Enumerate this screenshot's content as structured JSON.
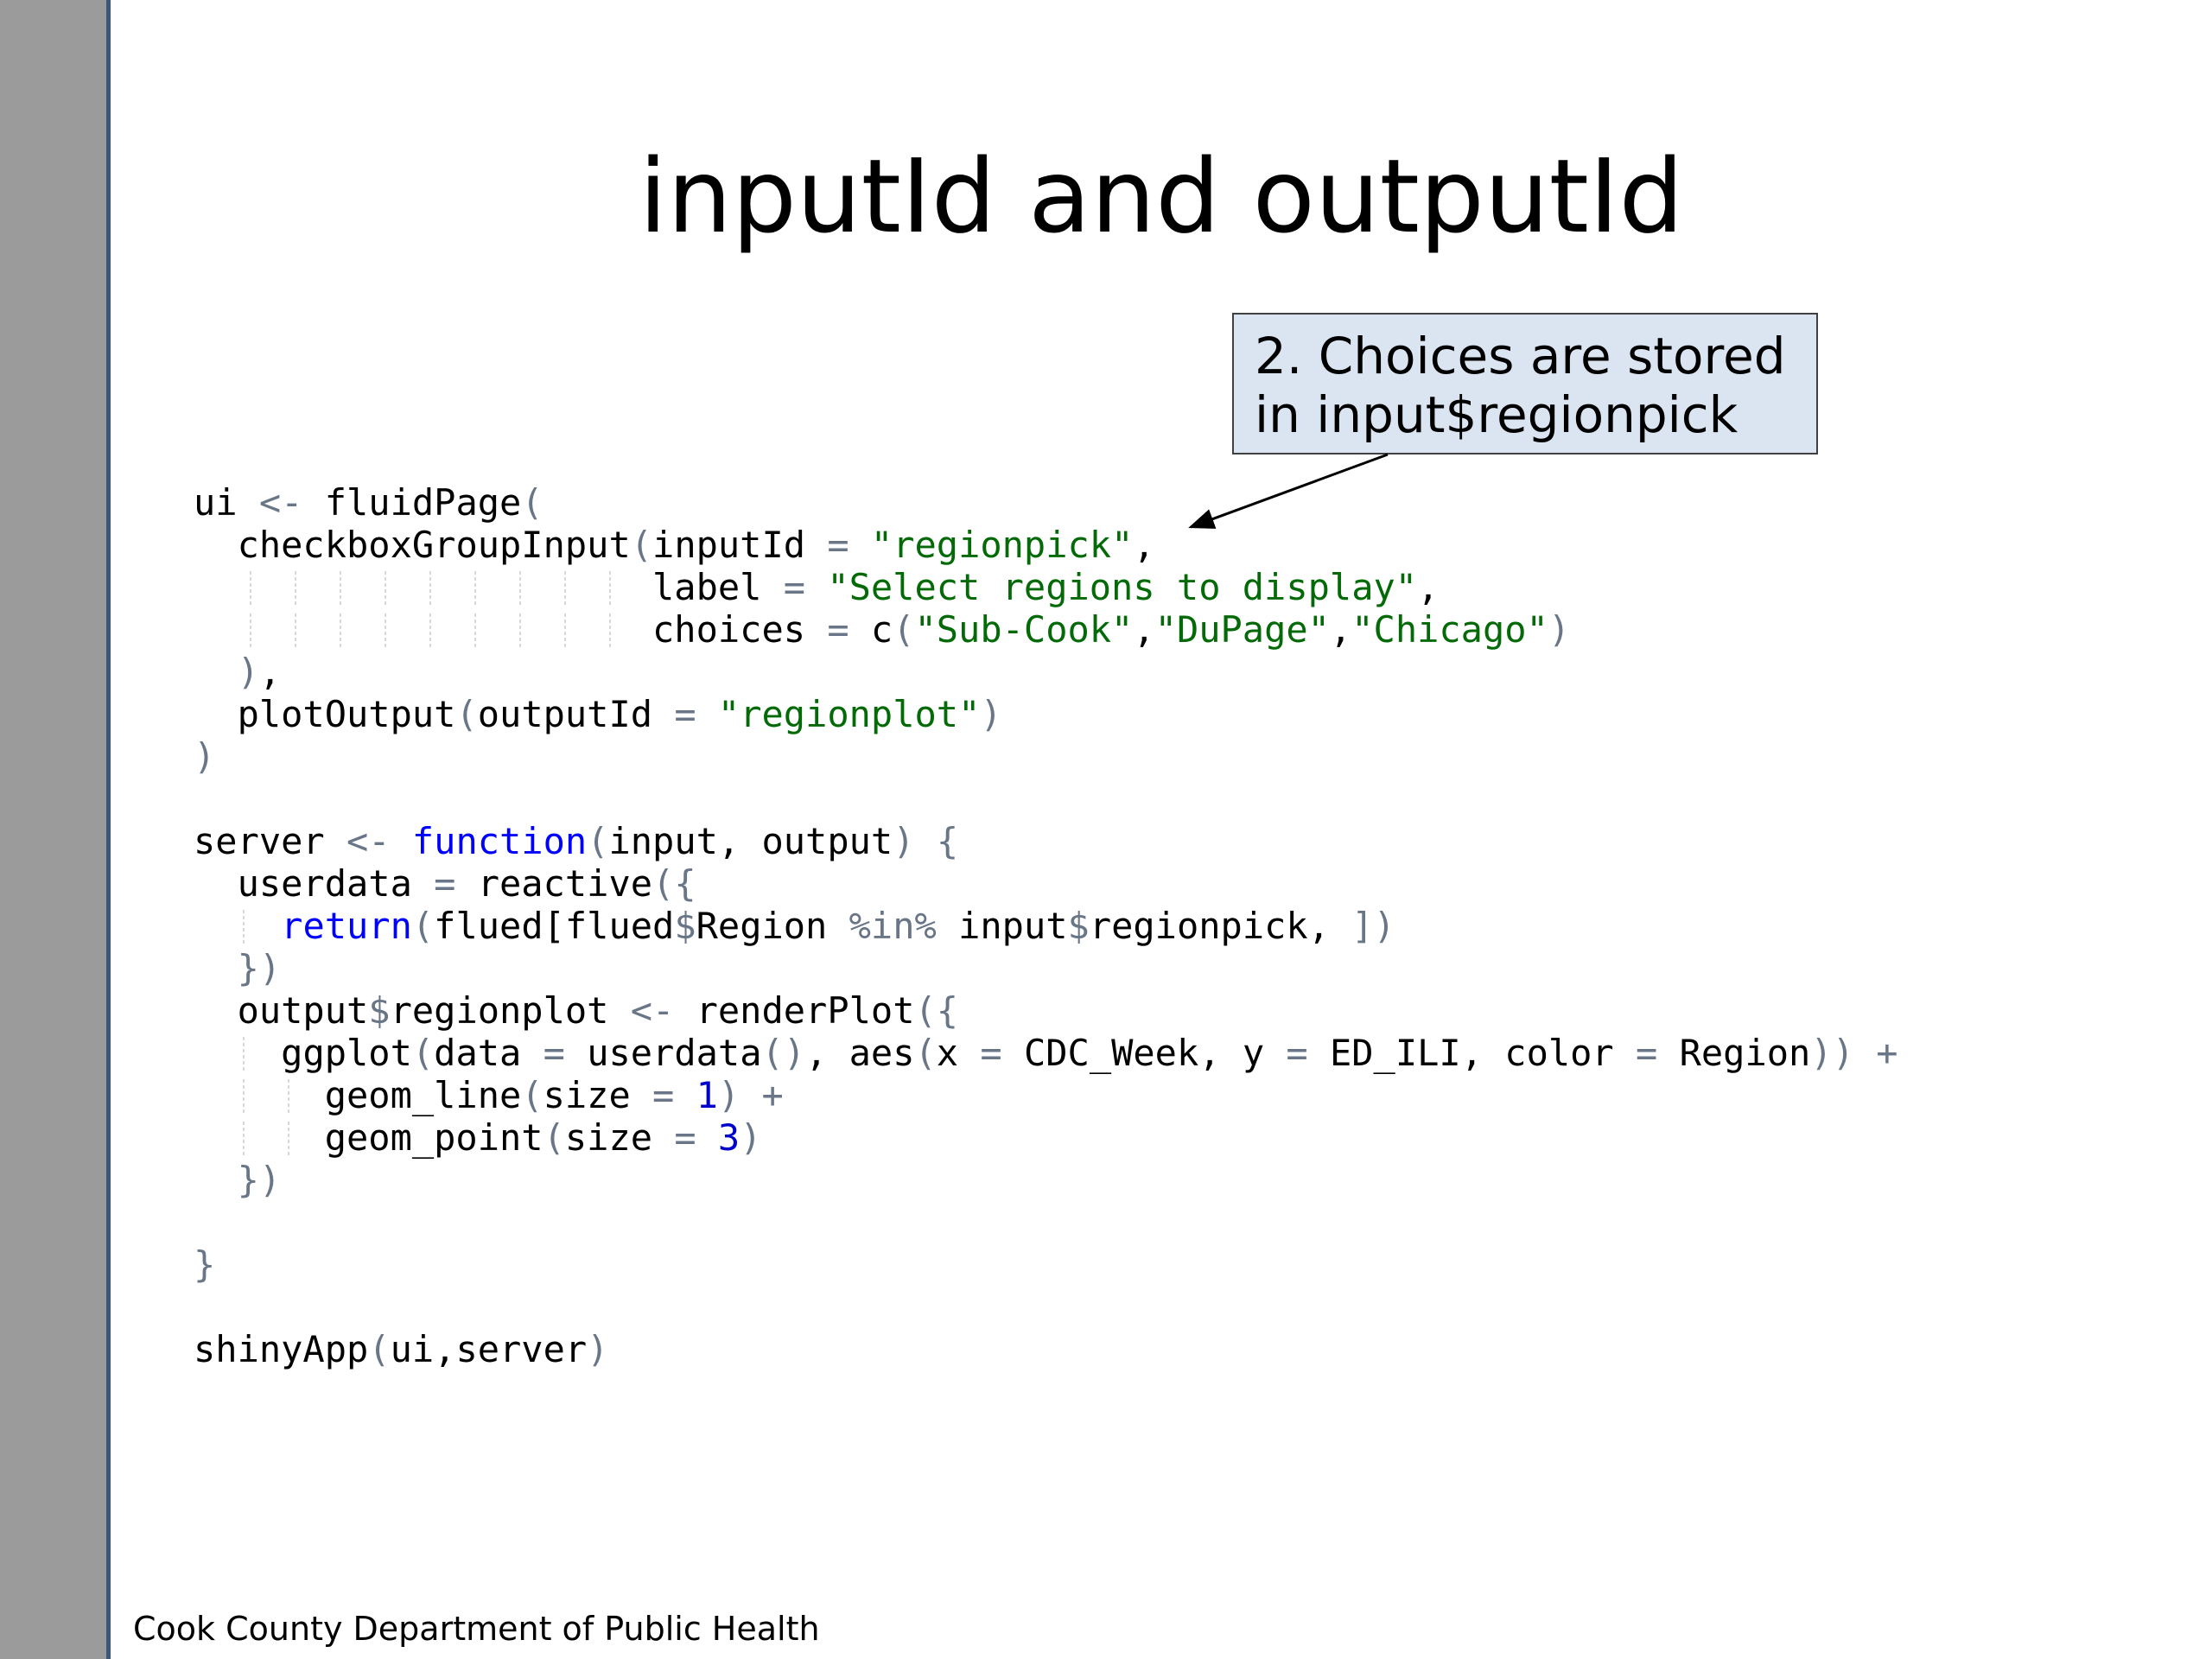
{
  "slide": {
    "title": "inputId and outputId",
    "callout": {
      "line1": "2. Choices are stored",
      "line2": "in input$regionpick"
    },
    "footer": "Cook County Department of Public Health"
  },
  "code_lines": [
    {
      "indent": 0,
      "guides": [],
      "tokens": [
        {
          "t": "ui ",
          "c": "default"
        },
        {
          "t": "<-",
          "c": "op"
        },
        {
          "t": " fluidPage",
          "c": "default"
        },
        {
          "t": "(",
          "c": "op"
        }
      ]
    },
    {
      "indent": 1,
      "guides": [],
      "tokens": [
        {
          "t": "checkboxGroupInput",
          "c": "default"
        },
        {
          "t": "(",
          "c": "op"
        },
        {
          "t": "inputId ",
          "c": "default"
        },
        {
          "t": "=",
          "c": "op"
        },
        {
          "t": " ",
          "c": "default"
        },
        {
          "t": "\"regionpick\"",
          "c": "str"
        },
        {
          "t": ",",
          "c": "default"
        }
      ]
    },
    {
      "indent": 0,
      "guides": [
        1,
        2,
        3,
        4,
        5,
        6,
        7,
        8,
        9
      ],
      "pad": 21,
      "tokens": [
        {
          "t": "label ",
          "c": "default"
        },
        {
          "t": "=",
          "c": "op"
        },
        {
          "t": " ",
          "c": "default"
        },
        {
          "t": "\"Select regions to display\"",
          "c": "str"
        },
        {
          "t": ",",
          "c": "default"
        }
      ]
    },
    {
      "indent": 0,
      "guides": [
        1,
        2,
        3,
        4,
        5,
        6,
        7,
        8,
        9
      ],
      "pad": 21,
      "tokens": [
        {
          "t": "choices ",
          "c": "default"
        },
        {
          "t": "=",
          "c": "op"
        },
        {
          "t": " c",
          "c": "default"
        },
        {
          "t": "(",
          "c": "op"
        },
        {
          "t": "\"Sub-Cook\"",
          "c": "str"
        },
        {
          "t": ",",
          "c": "default"
        },
        {
          "t": "\"DuPage\"",
          "c": "str"
        },
        {
          "t": ",",
          "c": "default"
        },
        {
          "t": "\"Chicago\"",
          "c": "str"
        },
        {
          "t": ")",
          "c": "op"
        }
      ]
    },
    {
      "indent": 1,
      "guides": [],
      "tokens": [
        {
          "t": ")",
          "c": "op"
        },
        {
          "t": ",",
          "c": "default"
        }
      ]
    },
    {
      "indent": 1,
      "guides": [],
      "tokens": [
        {
          "t": "plotOutput",
          "c": "default"
        },
        {
          "t": "(",
          "c": "op"
        },
        {
          "t": "outputId ",
          "c": "default"
        },
        {
          "t": "=",
          "c": "op"
        },
        {
          "t": " ",
          "c": "default"
        },
        {
          "t": "\"regionplot\"",
          "c": "str"
        },
        {
          "t": ")",
          "c": "op"
        }
      ]
    },
    {
      "indent": 0,
      "guides": [],
      "tokens": [
        {
          "t": ")",
          "c": "op"
        }
      ]
    },
    {
      "indent": 0,
      "guides": [],
      "tokens": []
    },
    {
      "indent": 0,
      "guides": [],
      "tokens": [
        {
          "t": "server ",
          "c": "default"
        },
        {
          "t": "<-",
          "c": "op"
        },
        {
          "t": " ",
          "c": "default"
        },
        {
          "t": "function",
          "c": "kw"
        },
        {
          "t": "(",
          "c": "op"
        },
        {
          "t": "input, output",
          "c": "default"
        },
        {
          "t": ")",
          "c": "op"
        },
        {
          "t": " ",
          "c": "default"
        },
        {
          "t": "{",
          "c": "op"
        }
      ]
    },
    {
      "indent": 1,
      "guides": [],
      "tokens": [
        {
          "t": "userdata ",
          "c": "default"
        },
        {
          "t": "=",
          "c": "op"
        },
        {
          "t": " reactive",
          "c": "default"
        },
        {
          "t": "({",
          "c": "op"
        }
      ]
    },
    {
      "indent": 2,
      "guides": [
        1
      ],
      "tokens": [
        {
          "t": "return",
          "c": "kw"
        },
        {
          "t": "(",
          "c": "op"
        },
        {
          "t": "flued[flued",
          "c": "default"
        },
        {
          "t": "$",
          "c": "op"
        },
        {
          "t": "Region ",
          "c": "default"
        },
        {
          "t": "%in%",
          "c": "op"
        },
        {
          "t": " input",
          "c": "default"
        },
        {
          "t": "$",
          "c": "op"
        },
        {
          "t": "regionpick, ",
          "c": "default"
        },
        {
          "t": "])",
          "c": "op"
        }
      ]
    },
    {
      "indent": 1,
      "guides": [],
      "tokens": [
        {
          "t": "})",
          "c": "op"
        }
      ]
    },
    {
      "indent": 1,
      "guides": [],
      "tokens": [
        {
          "t": "output",
          "c": "default"
        },
        {
          "t": "$",
          "c": "op"
        },
        {
          "t": "regionplot ",
          "c": "default"
        },
        {
          "t": "<-",
          "c": "op"
        },
        {
          "t": " renderPlot",
          "c": "default"
        },
        {
          "t": "({",
          "c": "op"
        }
      ]
    },
    {
      "indent": 2,
      "guides": [
        1
      ],
      "tokens": [
        {
          "t": "ggplot",
          "c": "default"
        },
        {
          "t": "(",
          "c": "op"
        },
        {
          "t": "data ",
          "c": "default"
        },
        {
          "t": "=",
          "c": "op"
        },
        {
          "t": " userdata",
          "c": "default"
        },
        {
          "t": "()",
          "c": "op"
        },
        {
          "t": ", aes",
          "c": "default"
        },
        {
          "t": "(",
          "c": "op"
        },
        {
          "t": "x ",
          "c": "default"
        },
        {
          "t": "=",
          "c": "op"
        },
        {
          "t": " CDC_Week, y ",
          "c": "default"
        },
        {
          "t": "=",
          "c": "op"
        },
        {
          "t": " ED_ILI, color ",
          "c": "default"
        },
        {
          "t": "=",
          "c": "op"
        },
        {
          "t": " Region",
          "c": "default"
        },
        {
          "t": "))",
          "c": "op"
        },
        {
          "t": " ",
          "c": "default"
        },
        {
          "t": "+",
          "c": "op"
        }
      ]
    },
    {
      "indent": 3,
      "guides": [
        1,
        2
      ],
      "tokens": [
        {
          "t": "geom_line",
          "c": "default"
        },
        {
          "t": "(",
          "c": "op"
        },
        {
          "t": "size ",
          "c": "default"
        },
        {
          "t": "=",
          "c": "op"
        },
        {
          "t": " ",
          "c": "default"
        },
        {
          "t": "1",
          "c": "num"
        },
        {
          "t": ")",
          "c": "op"
        },
        {
          "t": " ",
          "c": "default"
        },
        {
          "t": "+",
          "c": "op"
        }
      ]
    },
    {
      "indent": 3,
      "guides": [
        1,
        2
      ],
      "tokens": [
        {
          "t": "geom_point",
          "c": "default"
        },
        {
          "t": "(",
          "c": "op"
        },
        {
          "t": "size ",
          "c": "default"
        },
        {
          "t": "=",
          "c": "op"
        },
        {
          "t": " ",
          "c": "default"
        },
        {
          "t": "3",
          "c": "num"
        },
        {
          "t": ")",
          "c": "op"
        }
      ]
    },
    {
      "indent": 1,
      "guides": [],
      "tokens": [
        {
          "t": "})",
          "c": "op"
        }
      ]
    },
    {
      "indent": 0,
      "guides": [],
      "tokens": []
    },
    {
      "indent": 0,
      "guides": [],
      "tokens": [
        {
          "t": "}",
          "c": "op"
        }
      ]
    },
    {
      "indent": 0,
      "guides": [],
      "tokens": []
    },
    {
      "indent": 0,
      "guides": [],
      "tokens": [
        {
          "t": "shinyApp",
          "c": "default"
        },
        {
          "t": "(",
          "c": "op"
        },
        {
          "t": "ui,server",
          "c": "default"
        },
        {
          "t": ")",
          "c": "op"
        }
      ]
    }
  ]
}
